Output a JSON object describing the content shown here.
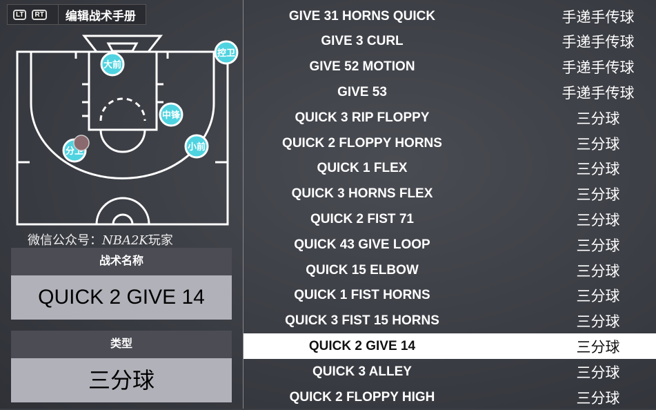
{
  "header": {
    "lt": "LT",
    "rt": "RT",
    "title": "编辑战术手册"
  },
  "court": {
    "players": [
      {
        "label": "大前"
      },
      {
        "label": "控卫"
      },
      {
        "label": "中锋"
      },
      {
        "label": "小前"
      },
      {
        "label": "分卫"
      }
    ],
    "ball_holder": "分卫",
    "player_color": "#4fd3e0"
  },
  "watermark": {
    "prefix": "微信公众号：",
    "brand": "NBA2K",
    "suffix": "玩家"
  },
  "details": {
    "name_label": "战术名称",
    "name_value": "QUICK 2 GIVE 14",
    "type_label": "类型",
    "type_value": "三分球"
  },
  "plays": [
    {
      "name": "GIVE 31 HORNS QUICK",
      "type": "手递手传球"
    },
    {
      "name": "GIVE 3 CURL",
      "type": "手递手传球"
    },
    {
      "name": "GIVE 52 MOTION",
      "type": "手递手传球"
    },
    {
      "name": "GIVE 53",
      "type": "手递手传球"
    },
    {
      "name": "QUICK 3 RIP FLOPPY",
      "type": "三分球"
    },
    {
      "name": "QUICK 2 FLOPPY HORNS",
      "type": "三分球"
    },
    {
      "name": "QUICK 1 FLEX",
      "type": "三分球"
    },
    {
      "name": "QUICK 3 HORNS FLEX",
      "type": "三分球"
    },
    {
      "name": "QUICK 2 FIST 71",
      "type": "三分球"
    },
    {
      "name": "QUICK 43 GIVE LOOP",
      "type": "三分球"
    },
    {
      "name": "QUICK 15 ELBOW",
      "type": "三分球"
    },
    {
      "name": "QUICK 1 FIST HORNS",
      "type": "三分球"
    },
    {
      "name": "QUICK 3 FIST 15 HORNS",
      "type": "三分球"
    },
    {
      "name": "QUICK 2 GIVE 14",
      "type": "三分球",
      "selected": true
    },
    {
      "name": "QUICK 3 ALLEY",
      "type": "三分球"
    },
    {
      "name": "QUICK 2 FLOPPY HIGH",
      "type": "三分球"
    }
  ]
}
